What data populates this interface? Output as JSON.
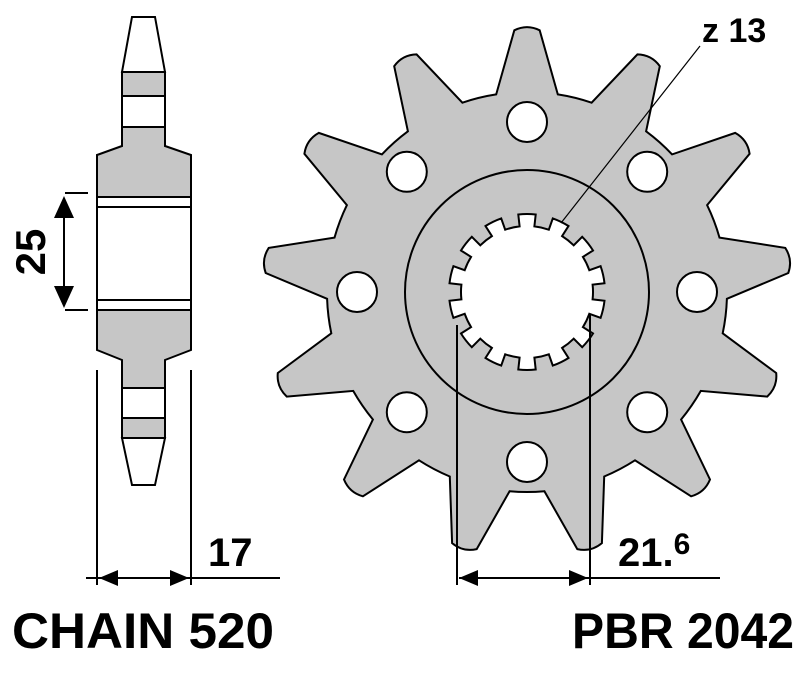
{
  "side_view": {
    "hub_width_label": "25",
    "thickness_label": "17",
    "chain_label": "CHAIN 520"
  },
  "front_view": {
    "teeth_label": "z 13",
    "teeth_count": 13,
    "spline_dim_label": "21.",
    "spline_dim_sup": "6",
    "part_number": "PBR 2042",
    "bolt_holes": 8,
    "spline_teeth": 14
  },
  "colors": {
    "fill": "#c6c6c6",
    "line": "#000000"
  }
}
